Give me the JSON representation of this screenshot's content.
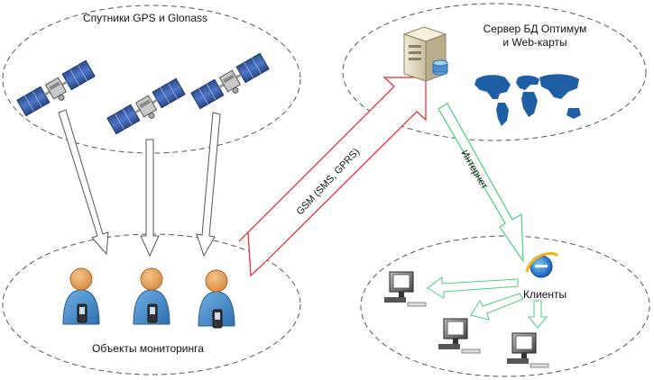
{
  "labels": {
    "satellites": "Спутники GPS и Glonass",
    "server_line1": "Сервер БД Оптимум",
    "server_line2": "и Web-карты",
    "objects": "Объекты мониторинга",
    "clients": "Клиенты",
    "gsm_link": "GSM (SMS, GPRS)",
    "internet_link": "Интернет"
  },
  "colors": {
    "gsm_arrow": "#e8242a",
    "internet_arrow": "#4ccf7a",
    "sat_arrow": "#555555",
    "ellipse_stroke": "#555555",
    "world_map": "#1f5fa6",
    "person_body": "#4a8ec9",
    "person_head": "#e8a562"
  },
  "icons": {
    "satellite": "satellite-icon",
    "server": "server-icon",
    "map": "world-map-icon",
    "person": "person-with-phone-icon",
    "browser": "internet-explorer-icon",
    "computer": "computer-icon"
  }
}
